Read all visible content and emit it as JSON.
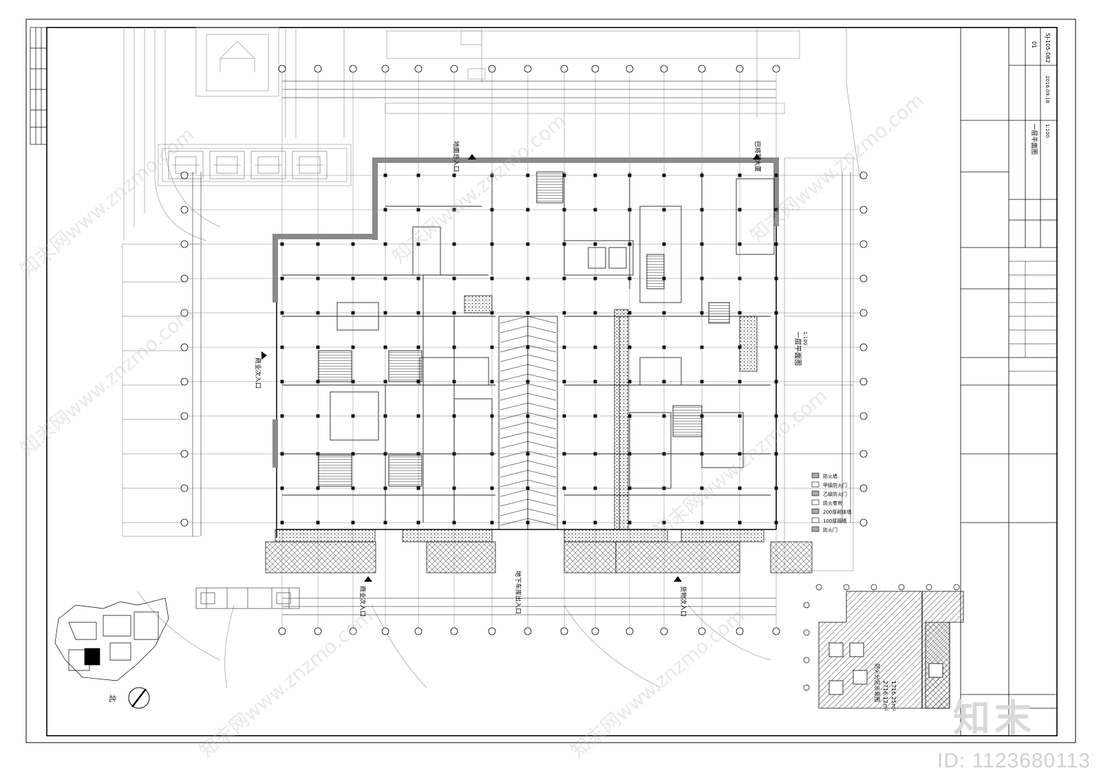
{
  "sheet": {
    "plan_title": "一层平面图",
    "plan_scale": "1:100",
    "drawing_no": "SJ-105-082",
    "revision": "01",
    "date": "2016.09.18"
  },
  "entrances": {
    "main_north": "地面总入口",
    "bus_north": "巴将军大厦",
    "west_entry": "商业次入口",
    "south_entry_1": "商业次入口",
    "south_entry_2": "地下车库出入口",
    "south_entry_3": "货物次入口"
  },
  "fire_zone": {
    "title": "防火分区示意图",
    "area_1": "2716.12m²",
    "area_2": "1716.25m²"
  },
  "legend": {
    "items": [
      "防火墙",
      "甲级防火门",
      "乙级防火门",
      "防火卷帘",
      "200厚砌体墙",
      "100厚隔墙",
      "防火门"
    ]
  },
  "north_label": "北",
  "watermarks": {
    "id_text": "ID: 1123680113",
    "logo_text": "知末",
    "site_text": "知末网www.znzmo.com"
  },
  "colors": {
    "line": "#000000",
    "grid": "#555555",
    "wall": "#7a7a7a",
    "site": "#9a9a9a",
    "hatch": "#444444",
    "watermark": "#cfcfcf"
  }
}
